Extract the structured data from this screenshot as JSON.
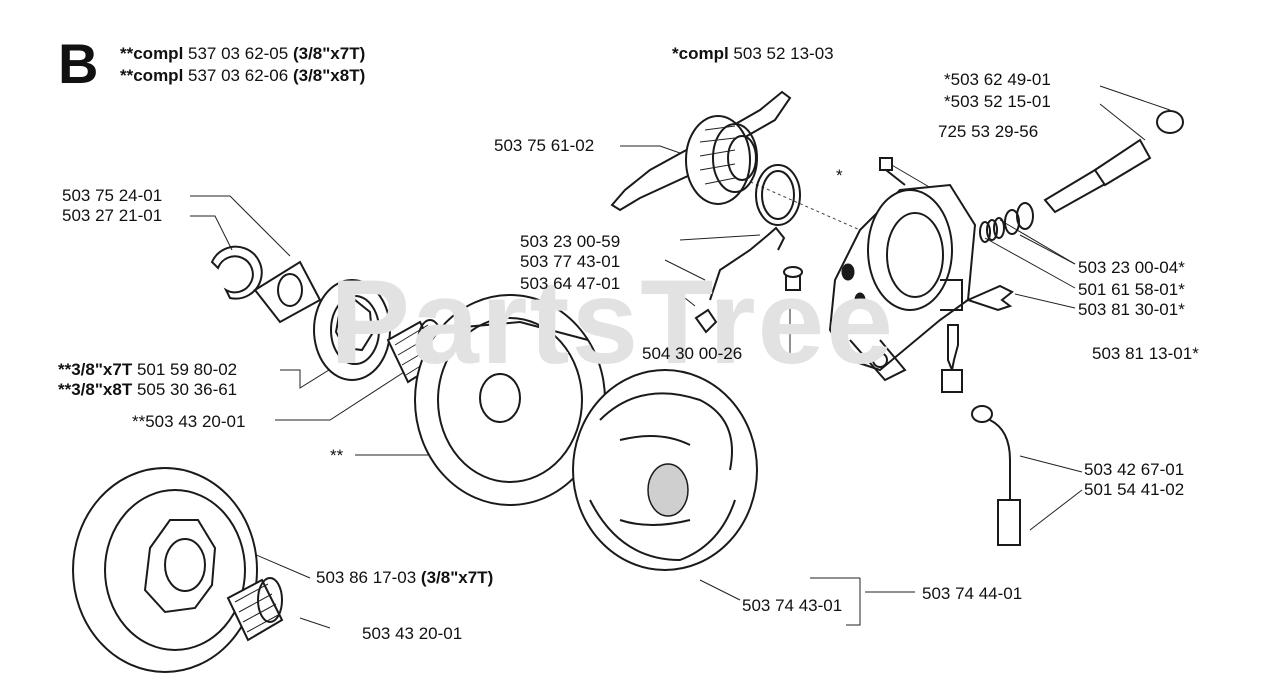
{
  "section": {
    "letter": "B"
  },
  "watermark": {
    "text": "PartsTree"
  },
  "header": {
    "compl1_prefix": "**compl",
    "compl1_number": " 537 03 62-05 ",
    "compl1_spec": "(3/8\"x7T)",
    "compl2_prefix": "**compl",
    "compl2_number": " 537 03 62-06 ",
    "compl2_spec": "(3/8\"x8T)",
    "compl3_prefix": "*compl",
    "compl3_number": " 503 52 13-03"
  },
  "labels": {
    "p503626401": "*503 62 49-01",
    "p503521501": "*503 52 15-01",
    "p725532956": "725 53 29-56",
    "p503756102": "503 75 61-02",
    "star": "*",
    "p503752401": "503 75 24-01",
    "p503272101": "503 27 21-01",
    "p503230059": "503 23 00-59",
    "p503774301": "503 77 43-01",
    "p503644701": "503 64 47-01",
    "p503230004": "503 23 00-04*",
    "p501615801": "501 61 58-01*",
    "p503813001": "503 81 30-01*",
    "p504300026": "504 30 00-26",
    "p503811301": "503 81 13-01*",
    "rim7_spec": "**3/8\"x7T",
    "rim7_number": " 501 59 80-02",
    "rim8_spec": "**3/8\"x8T",
    "rim8_number": " 505 30 36-61",
    "p503432001a": "**503 43 20-01",
    "double_star": "**",
    "p503426701": "503 42 67-01",
    "p501544102": "501 54 41-02",
    "p503861703_number": "503 86 17-03 ",
    "p503861703_spec": "(3/8\"x7T)",
    "p503744301": "503 74 43-01",
    "p503744401": "503 74 44-01",
    "p503432001b": "503 43 20-01"
  }
}
